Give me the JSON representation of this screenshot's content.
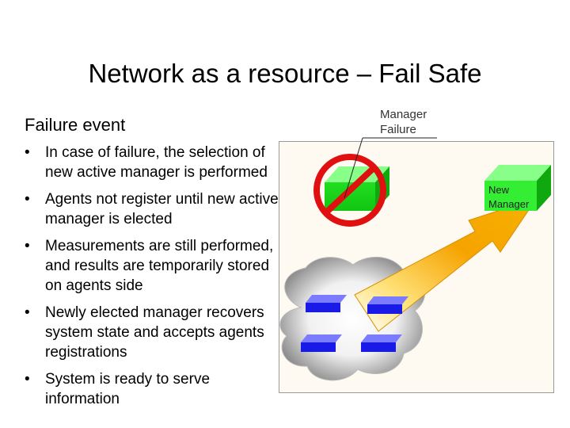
{
  "slide": {
    "title": "Network as a resource – Fail Safe",
    "subtitle": "Failure event",
    "bullets": [
      "In case of failure, the selection of new active manager is performed",
      "Agents not register until new active manager is elected",
      "Measurements are still performed, and results are temporarily stored on agents side",
      "Newly elected manager recovers system state and accepts agents registrations",
      "System is ready to serve information"
    ]
  },
  "diagram": {
    "callout_label": "Manager\nFailure",
    "new_manager_label": "New\nManager",
    "icons": {
      "failed_manager": "green-box-icon",
      "prohibition": "no-entry-icon",
      "new_manager": "green-box-icon",
      "arrow": "gradient-arrow-icon",
      "cloud": "cloud-icon",
      "agent": "blue-platform-icon"
    },
    "colors": {
      "manager_green": "#33ee33",
      "prohibition_red": "#e01010",
      "arrow_orange": "#f5a000",
      "agent_blue": "#1a1ae6",
      "cloud_gray": "#9e9e9e"
    }
  }
}
